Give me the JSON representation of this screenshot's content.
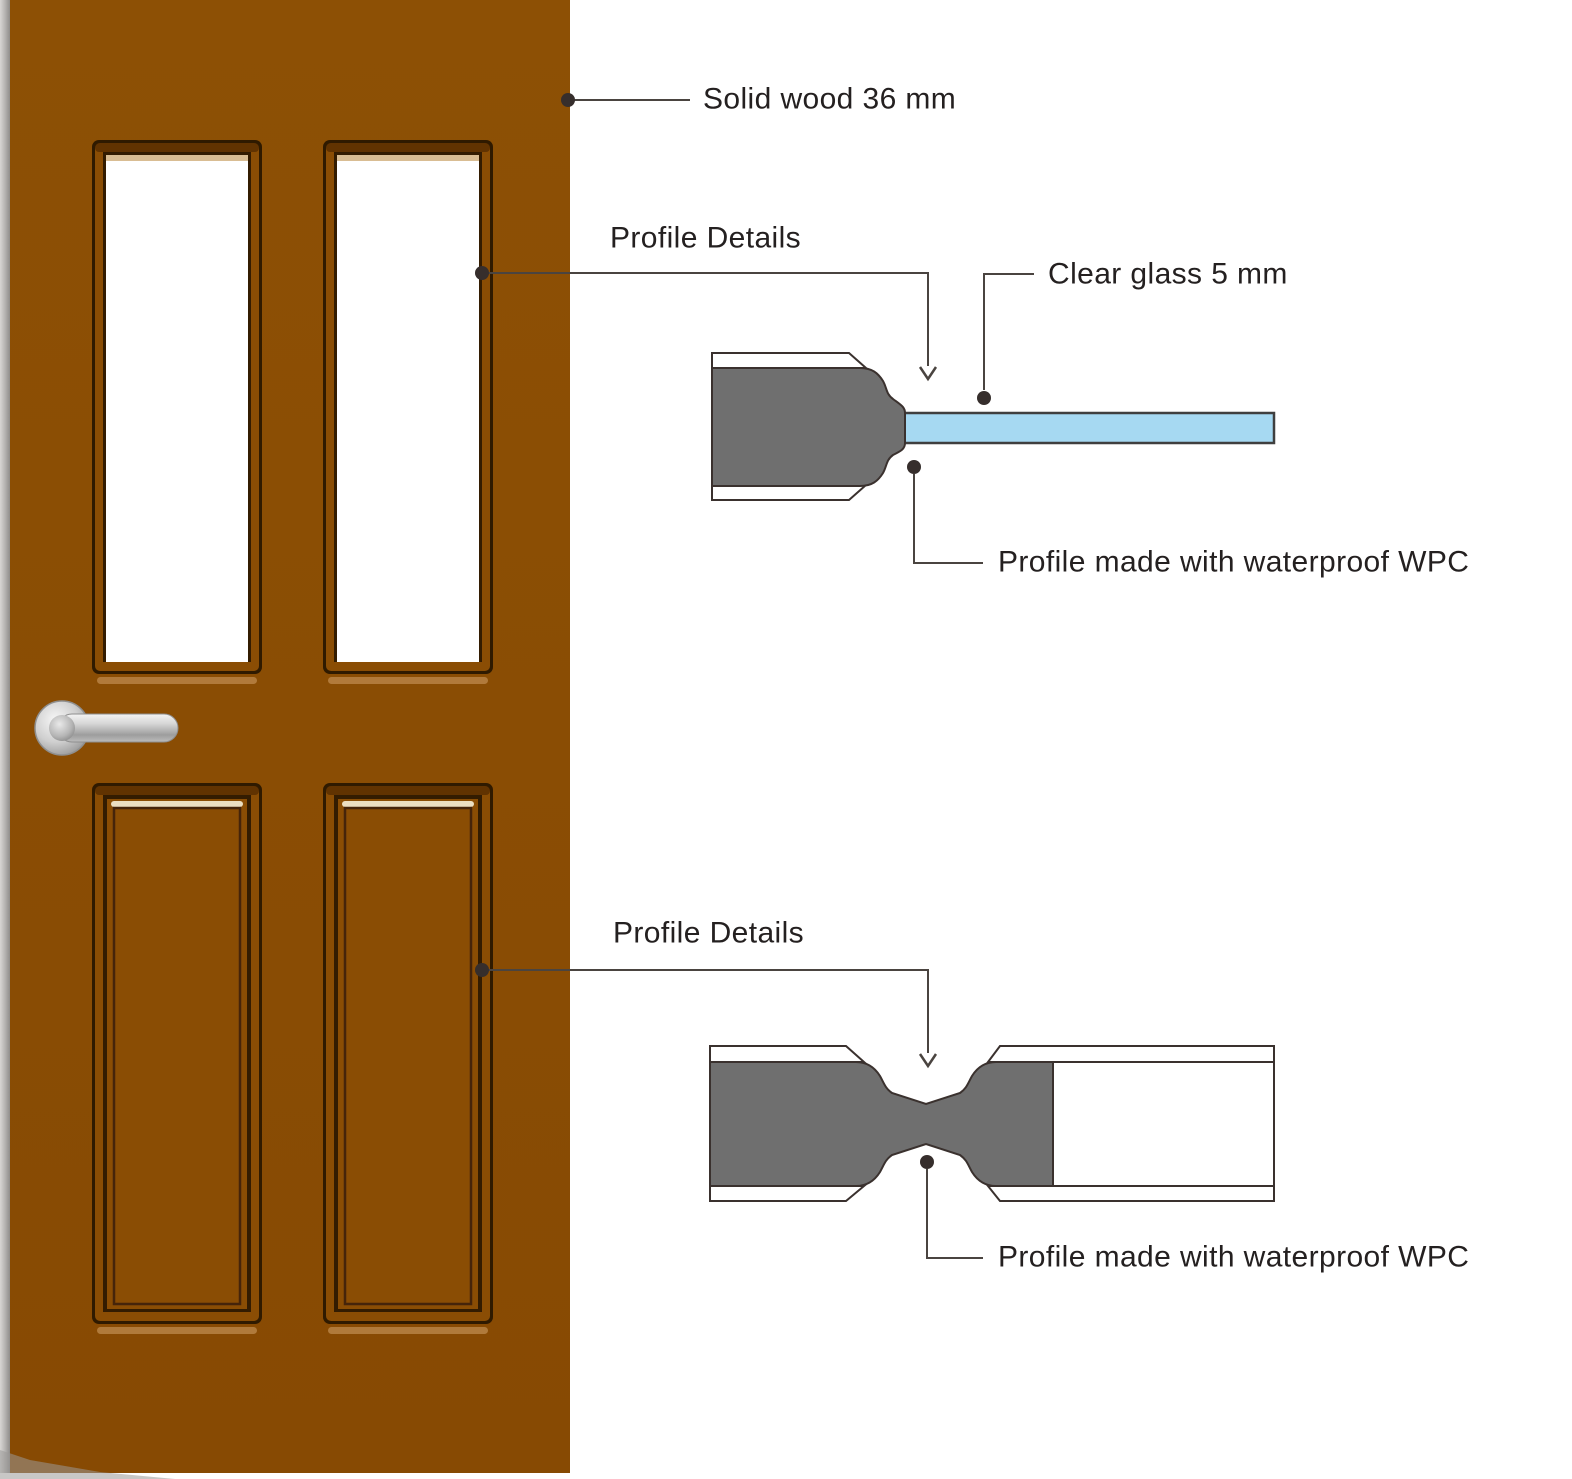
{
  "callouts": {
    "solid_wood": "Solid wood 36 mm",
    "profile_details_top": "Profile Details",
    "clear_glass": "Clear glass 5 mm",
    "wpc_top": "Profile made with waterproof WPC",
    "profile_details_bottom": "Profile Details",
    "wpc_bottom": "Profile made with waterproof WPC"
  },
  "colors": {
    "background": "#ffffff",
    "door_brown": "#8a4d04",
    "door_edge_gray": "#b7b5b3",
    "panel_frame_dark": "#2f1a00",
    "panel_inner_dark": "#331c01",
    "panel_highlight": "#ecdfc2",
    "panel_under_highlight": "#b57f41",
    "profile_gray": "#6f6f6f",
    "profile_outline": "#3a312e",
    "glass_blue": "#a6d9f2",
    "glass_outline": "#3f3f3f",
    "leader_line": "#4a4440",
    "dot": "#362e2c",
    "text": "#242020",
    "handle_silver": "#c9c9c9"
  }
}
